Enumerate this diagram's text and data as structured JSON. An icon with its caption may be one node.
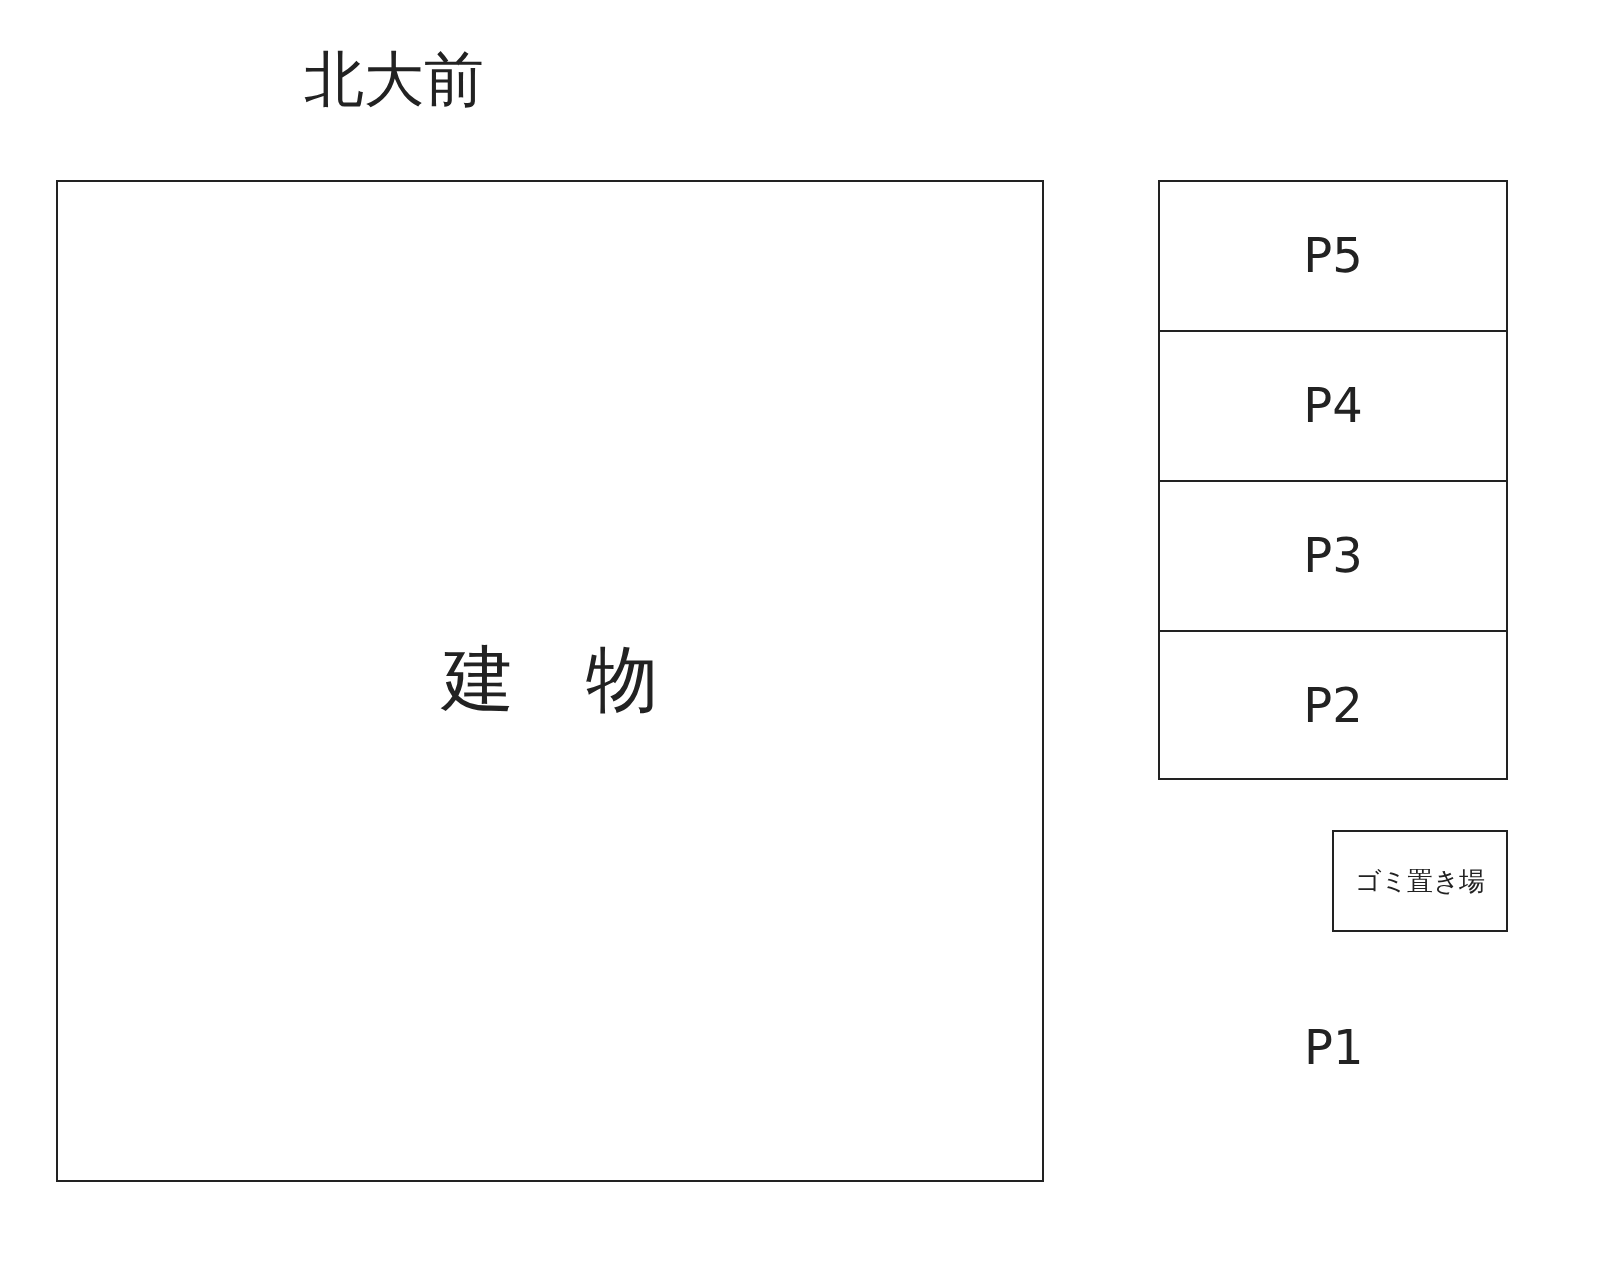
{
  "diagram": {
    "title": "北大前",
    "nodes": [
      {
        "text": [
          "建　物"
        ]
      },
      {
        "text": [
          "P5"
        ]
      },
      {
        "text": [
          "P4"
        ]
      },
      {
        "text": [
          "P3"
        ]
      },
      {
        "text": [
          "P2"
        ]
      },
      {
        "text": [
          "ゴミ置き場"
        ]
      }
    ],
    "labels": [
      "P1"
    ]
  }
}
